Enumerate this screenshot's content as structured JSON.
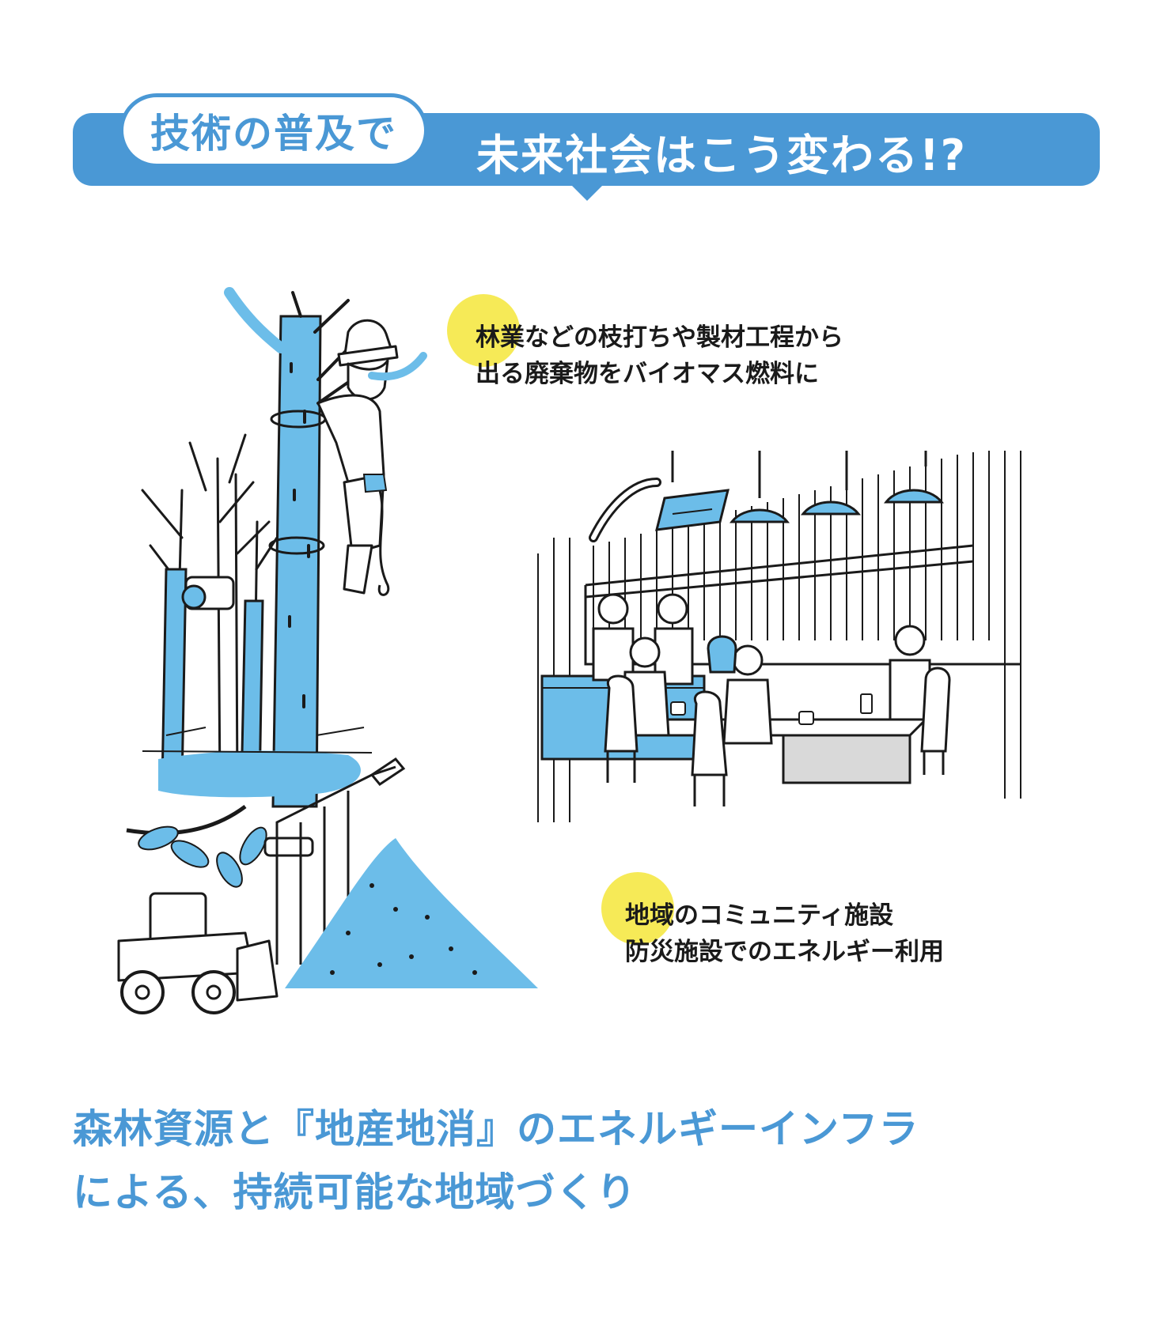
{
  "header": {
    "pill_text": "技術の普及で",
    "title": "未来社会はこう変わる!?"
  },
  "captions": {
    "forest": {
      "line1": "林業などの枝打ちや製材工程から",
      "line2": "出る廃棄物をバイオマス燃料に"
    },
    "community": {
      "line1": "地域のコミュニティ施設",
      "line2": "防災施設でのエネルギー利用"
    }
  },
  "footer": {
    "line1": "森林資源と『地産地消』のエネルギーインフラ",
    "line2": "による、持続可能な地域づくり"
  },
  "colors": {
    "brand_blue": "#4a98d5",
    "illustration_blue": "#6cbde9",
    "highlight_yellow": "#f6ea57",
    "ink": "#1a1a1a"
  }
}
